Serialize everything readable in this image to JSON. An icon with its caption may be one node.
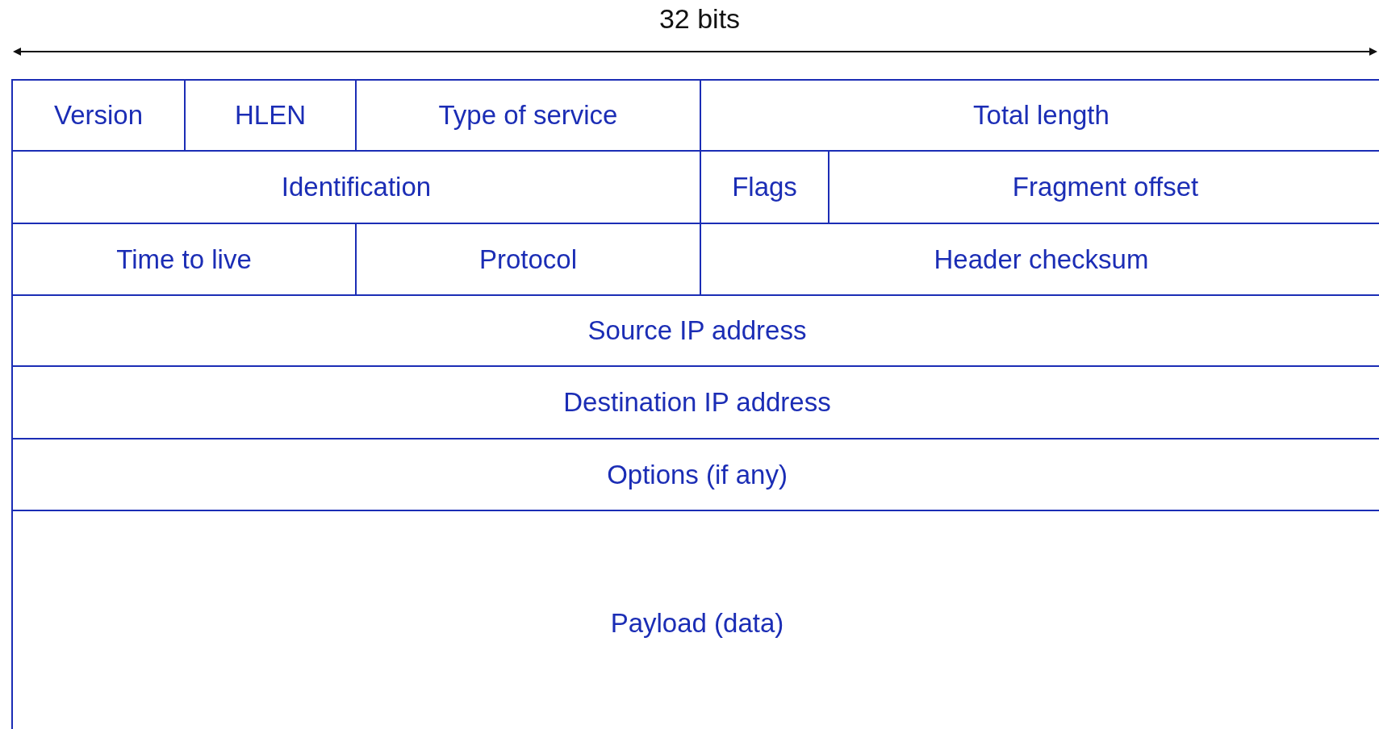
{
  "diagram": {
    "labels": [
      "32 bits",
      "Version",
      "HLEN",
      "Type of service",
      "Total length",
      "Identification",
      "Flags",
      "Fragment offset",
      "Time to live",
      "Protocol",
      "Header checksum",
      "Source IP address",
      "Destination IP address",
      "Options (if any)",
      "Payload (data)"
    ]
  }
}
